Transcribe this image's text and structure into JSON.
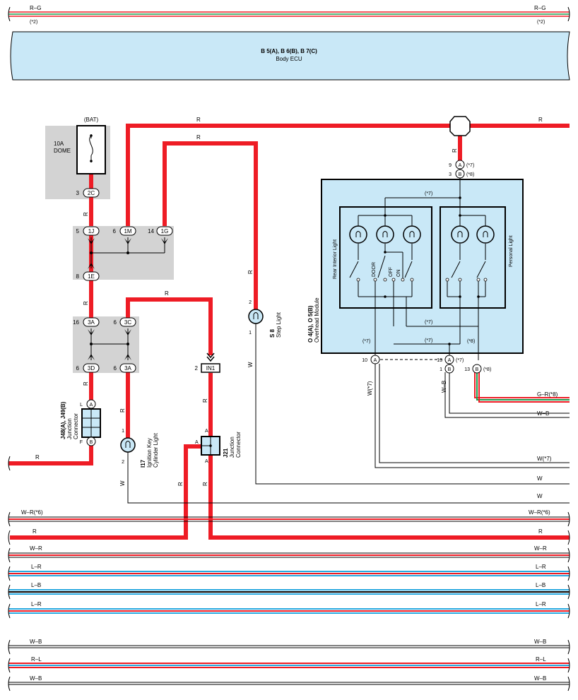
{
  "top_bus": {
    "color_label_left": "R–G",
    "color_label_right": "R–G",
    "note_left": "(*2)",
    "note_right": "(*2)"
  },
  "body_ecu": {
    "code": "B 5(A), B 6(B), B 7(C)",
    "name": "Body ECU"
  },
  "fuse": {
    "source": "(BAT)",
    "rating": "10A",
    "name": "DOME"
  },
  "junction_upper": {
    "pins": [
      {
        "num": "3",
        "id": "2C"
      },
      {
        "num": "5",
        "id": "1J"
      },
      {
        "num": "6",
        "id": "1M"
      },
      {
        "num": "14",
        "id": "1G"
      },
      {
        "num": "8",
        "id": "1E"
      }
    ]
  },
  "junction_lower": {
    "pins": [
      {
        "num": "16",
        "id": "3A"
      },
      {
        "num": "6",
        "id": "3C"
      },
      {
        "num": "6",
        "id": "3D"
      },
      {
        "num": "6",
        "id": "3A"
      }
    ]
  },
  "wires": {
    "r": "R",
    "w": "W",
    "w7": "W(*7)",
    "wb": "W–B",
    "gr8": "G–R(*8)"
  },
  "step_light": {
    "code": "S 8",
    "name": "Step Light",
    "pin_top": "2",
    "pin_bottom": "1"
  },
  "ignition_light": {
    "code": "I17",
    "name_line1": "Ignition Key",
    "name_line2": "Cylinder Light",
    "pin_top": "1",
    "pin_bottom": "2"
  },
  "junction_j48": {
    "code": "J48(A), J49(B)",
    "name_line1": "Junction",
    "name_line2": "Connector",
    "pin_top_letter": "L",
    "pin_top": "A",
    "pin_bottom_letter": "F",
    "pin_bottom": "B"
  },
  "junction_j21": {
    "code": "J21",
    "name_line1": "Junction",
    "name_line2": "Connector",
    "pin_a": "A"
  },
  "connector_in1": {
    "num": "2",
    "id": "IN1"
  },
  "overhead_module": {
    "code": "O 4(A), O 5(B)",
    "name": "Overhead Module",
    "rear_light_label": "Rear Interior Light",
    "personal_light_label": "Personal Light",
    "switch_labels": [
      "DOOR",
      "OFF",
      "ON"
    ],
    "note7": "(*7)",
    "note8": "(*8)",
    "top_pins": [
      {
        "num": "9",
        "id": "A",
        "note": "(*7)"
      },
      {
        "num": "3",
        "id": "B",
        "note": "(*8)"
      }
    ],
    "bottom_pins": [
      {
        "num": "10",
        "id": "A",
        "note": "(*7)"
      },
      {
        "num": "13",
        "id": "A",
        "note": "(*7)"
      },
      {
        "num": "1",
        "id": "B",
        "note": ""
      },
      {
        "num": "13",
        "id": "B",
        "note": "(*8)"
      }
    ]
  },
  "bottom_buses": [
    {
      "left": "W–R(*6)",
      "right": "W–R(*6)"
    },
    {
      "left": "R",
      "right": "R"
    },
    {
      "left": "W–R",
      "right": "W–R"
    },
    {
      "left": "L–R",
      "right": "L–R"
    },
    {
      "left": "L–B",
      "right": "L–B"
    },
    {
      "left": "L–R",
      "right": "L–R"
    },
    {
      "left": "W–B",
      "right": "W–B"
    },
    {
      "left": "R–L",
      "right": "R–L"
    },
    {
      "left": "W–B",
      "right": "W–B"
    }
  ],
  "right_wire_labels": {
    "gr8": "G–R(*8)",
    "wb": "W–B",
    "w7": "W(*7)",
    "w1": "W",
    "w2": "W",
    "r_top": "R",
    "r_left": "R"
  },
  "colors": {
    "wire_red": "#ee1c25",
    "wire_blue": "#29a9e0",
    "ecu_fill": "#c9e8f7",
    "junction_gray": "#d3d3d3",
    "wire_green": "#1a9a49"
  }
}
